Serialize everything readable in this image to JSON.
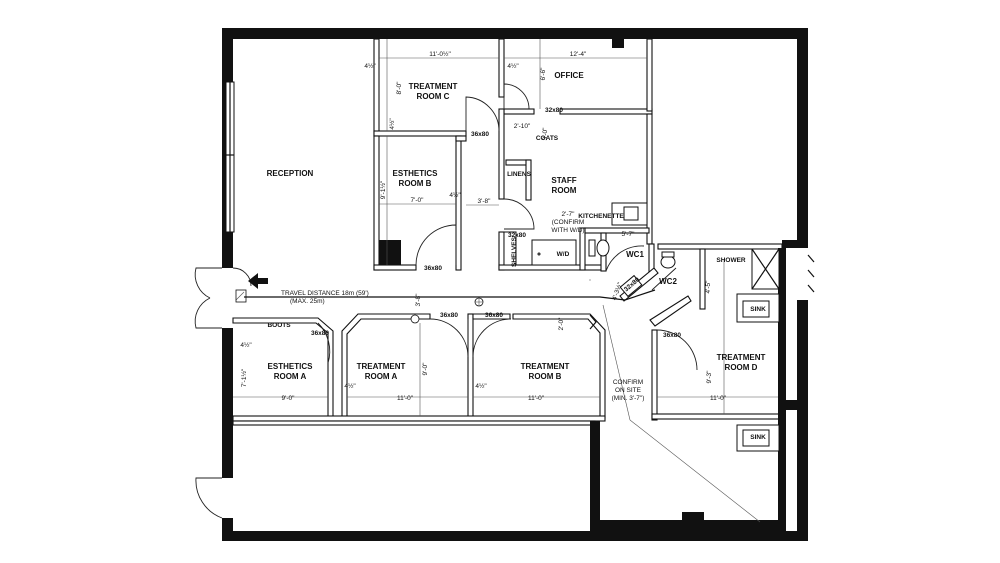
{
  "rooms": {
    "reception": "RECEPTION",
    "treatment_c": [
      "TREATMENT",
      "ROOM C"
    ],
    "office": "OFFICE",
    "esthetics_b": [
      "ESTHETICS",
      "ROOM B"
    ],
    "staff": [
      "STAFF",
      "ROOM"
    ],
    "linens": "LINENS",
    "coats": "COATS",
    "kitchenette": "KITCHENETTE",
    "shelves": "SHELVES",
    "wd": "W/D",
    "wc1": "WC1",
    "wc2": "WC2",
    "shower": "SHOWER",
    "sink": "SINK",
    "esthetics_a": [
      "ESTHETICS",
      "ROOM A"
    ],
    "treatment_a": [
      "TREATMENT",
      "ROOM A"
    ],
    "treatment_b": [
      "TREATMENT",
      "ROOM B"
    ],
    "treatment_d": [
      "TREATMENT",
      "ROOM D"
    ],
    "boots": "BOOTS"
  },
  "notes": {
    "travel": [
      "TRAVEL DISTANCE 18m (59')",
      "(MAX. 25m)"
    ],
    "confirm_wd": [
      "2'-7\"",
      "(CONFIRM",
      "WITH W/D)"
    ],
    "confirm_site": [
      "CONFIRM",
      "ON SITE",
      "(MIN. 3'-7\")"
    ]
  },
  "doors": {
    "d36x80": "36x80",
    "d32x80": "32x80"
  },
  "dims": {
    "c_width": "11'-0½\"",
    "office_width": "12'-4\"",
    "c_depth": "8'-0\"",
    "office_depth": "6'-6\"",
    "four_half": "4½\"",
    "two_ten": "2'-10\"",
    "three_oh": "3'-0\"",
    "b_width": "7'-0\"",
    "b_depth": "9'-1½\"",
    "three_eight": "3'-8\"",
    "five_seven": "5'-7\"",
    "four_three": "4'-3½\"",
    "four_five": "4'-5\"",
    "nine_oh": "9'-0\"",
    "eleven_oh": "11'-0\"",
    "seven_one": "7'-1½\"",
    "two_oh": "2'-0\"",
    "nine_three": "9'-3\""
  }
}
